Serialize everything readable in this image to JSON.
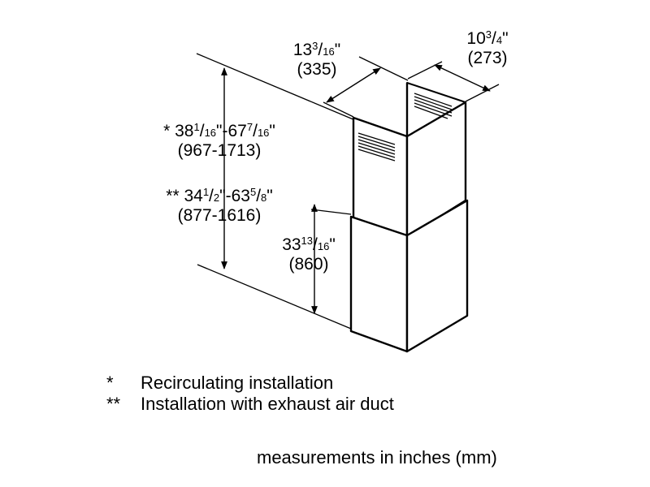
{
  "dimensions": {
    "depth": {
      "whole": "13",
      "num": "3",
      "den": "16",
      "mm": "(335)"
    },
    "width": {
      "whole": "10",
      "num": "3",
      "den": "4",
      "mm": "(273)"
    },
    "recirc": {
      "prefix": "* ",
      "a_whole": "38",
      "a_num": "1",
      "a_den": "16",
      "b_whole": "-67",
      "b_num": "7",
      "b_den": "16",
      "mm": "(967-1713)"
    },
    "exhaust": {
      "prefix": "** ",
      "a_whole": "34",
      "a_num": "1",
      "a_den": "2",
      "b_whole": "-63",
      "b_num": "5",
      "b_den": "8",
      "mm": "(877-1616)"
    },
    "lower": {
      "whole": "33",
      "num": "13",
      "den": "16",
      "mm": "(860)"
    }
  },
  "legend": [
    {
      "mark": "*",
      "text": "Recirculating installation"
    },
    {
      "mark": "**",
      "text": "Installation with exhaust air duct"
    }
  ],
  "footer": "measurements in inches (mm)"
}
